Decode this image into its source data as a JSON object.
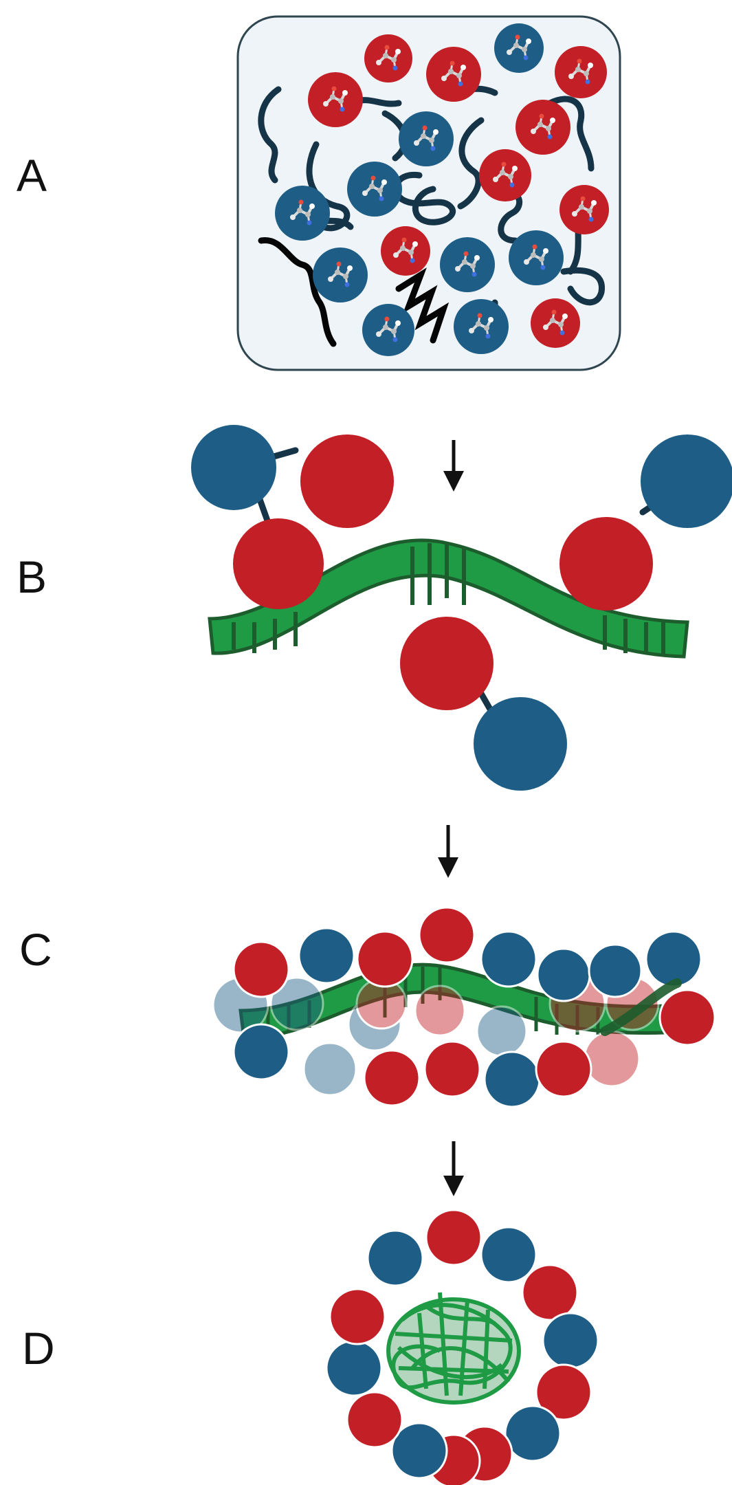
{
  "labels": {
    "a": "A",
    "b": "B",
    "c": "C",
    "d": "D"
  },
  "colors": {
    "red": "#c21f26",
    "blue": "#1e5e86",
    "green": "#1f9a45",
    "green_dark": "#1d5c2c",
    "chain": "#163447",
    "box_fill": "#eef4f7",
    "box_stroke": "#2f4550",
    "arrow": "#111111"
  }
}
